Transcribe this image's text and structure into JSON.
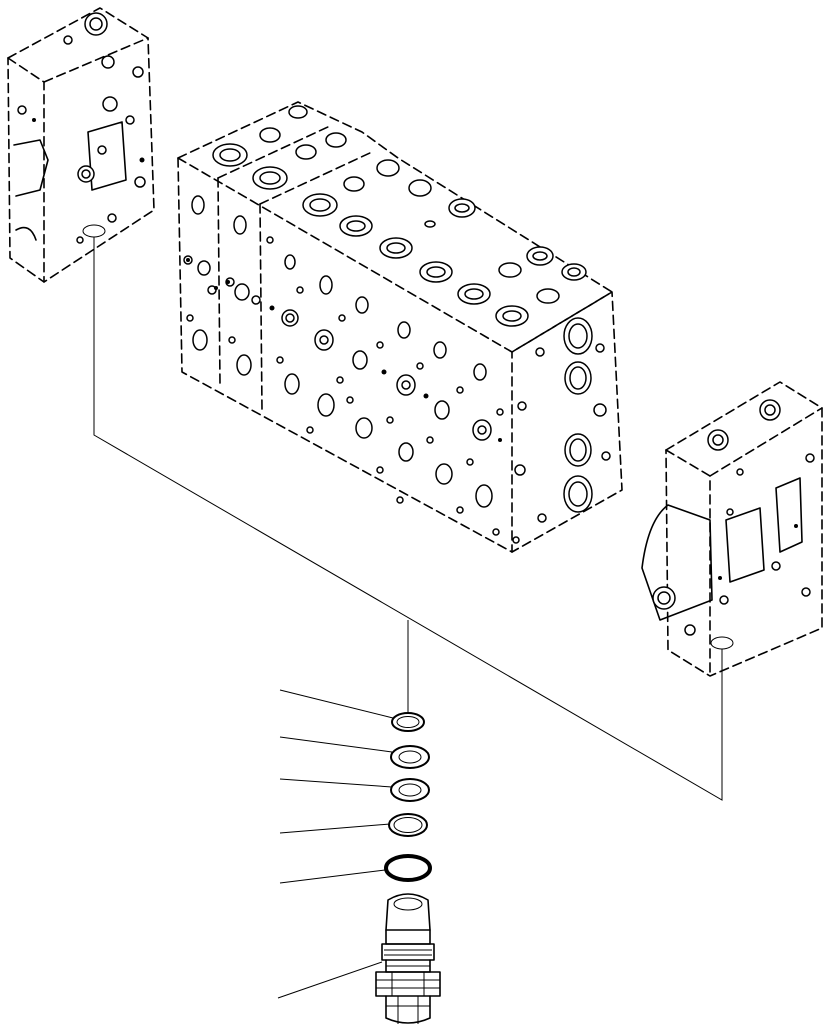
{
  "diagram": {
    "components": [
      "left-end-section",
      "main-valve-block",
      "right-end-section",
      "o-ring",
      "backup-ring",
      "backup-ring",
      "o-ring",
      "o-ring",
      "relief-valve-cartridge"
    ],
    "callouts": [],
    "colors": {
      "line": "#000000",
      "background": "#ffffff"
    }
  }
}
